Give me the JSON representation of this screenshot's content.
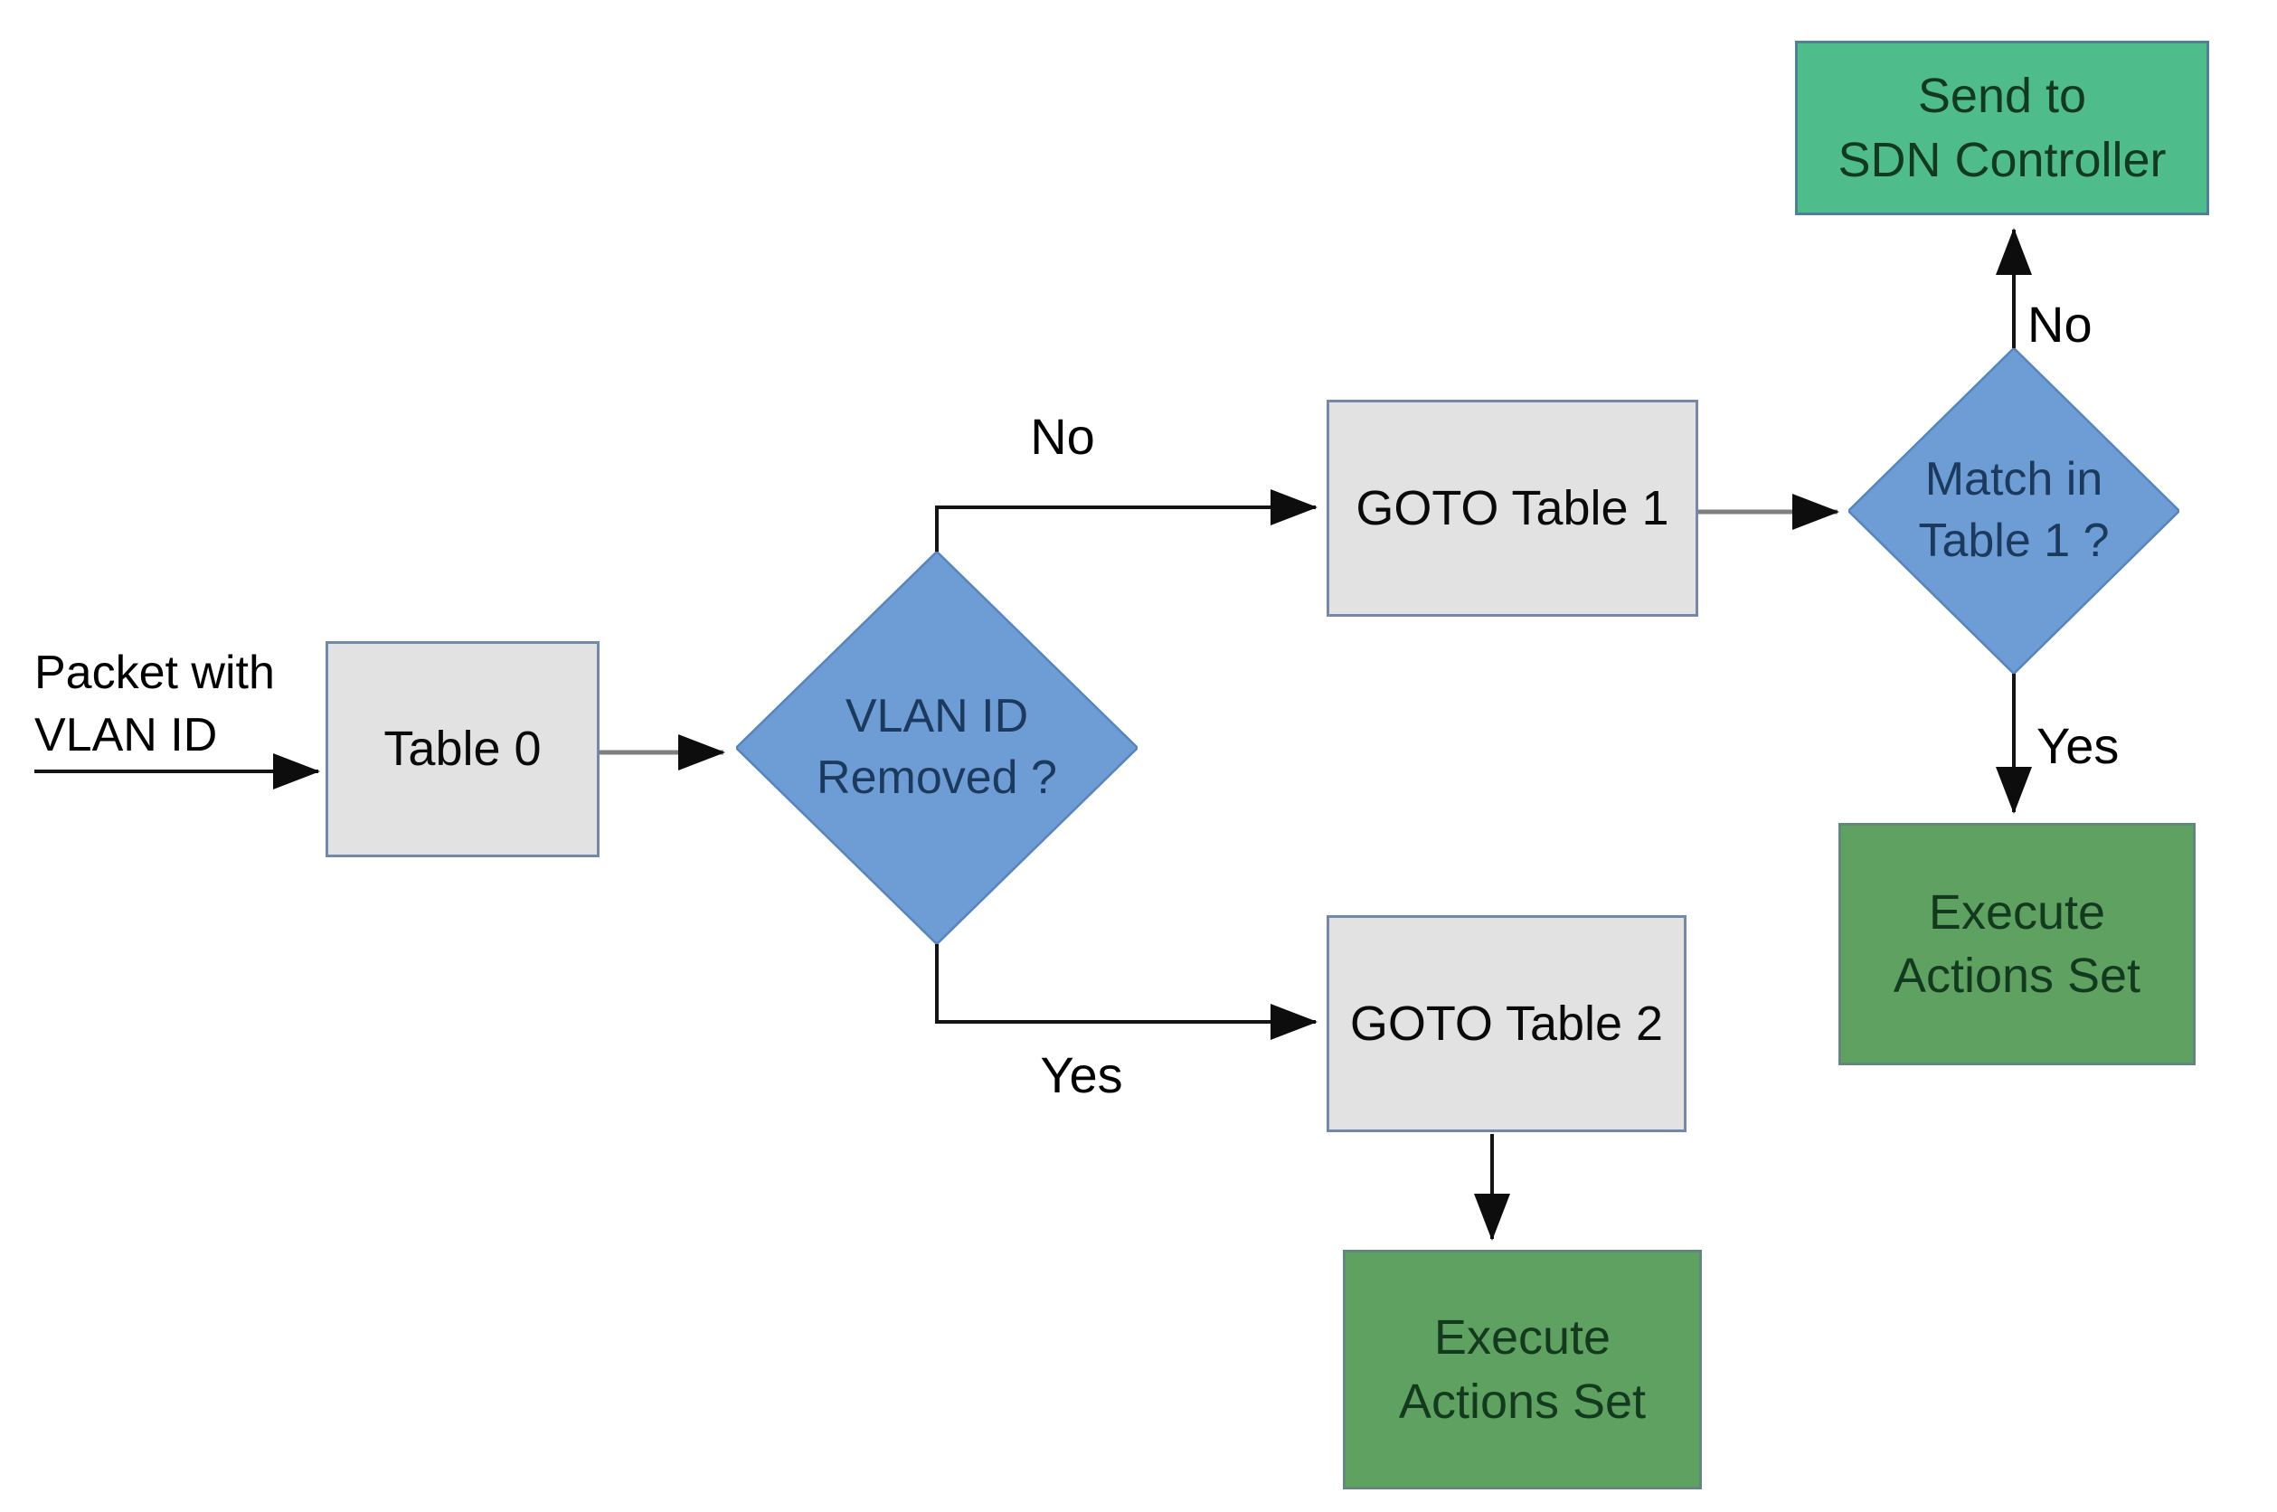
{
  "diagram": {
    "background_color": "#ffffff",
    "input_label": "Packet with\nVLAN ID",
    "nodes": {
      "table0": {
        "label": "Table 0",
        "shape": "rect",
        "fill": "#e2e2e2",
        "border": "#7489a9"
      },
      "vlan_removed": {
        "label": "VLAN ID\nRemoved ?",
        "shape": "diamond",
        "fill": "#6e9dd6",
        "border": "#5584bf"
      },
      "goto_table1": {
        "label": "GOTO Table 1",
        "shape": "rect",
        "fill": "#e2e2e2",
        "border": "#7489a9"
      },
      "match_table1": {
        "label": "Match in\nTable 1 ?",
        "shape": "diamond",
        "fill": "#6e9dd6",
        "border": "#5584bf"
      },
      "send_sdn": {
        "label": "Send to\nSDN Controller",
        "shape": "rect",
        "fill": "#4fbc8b",
        "border": "#4e8097"
      },
      "execute_right": {
        "label": "Execute\nActions Set",
        "shape": "rect",
        "fill": "#5fa161",
        "border": "#60887e"
      },
      "goto_table2": {
        "label": "GOTO Table 2",
        "shape": "rect",
        "fill": "#e2e2e2",
        "border": "#7489a9"
      },
      "execute_bottom": {
        "label": "Execute\nActions Set",
        "shape": "rect",
        "fill": "#5fa161",
        "border": "#60887e"
      }
    },
    "edges": [
      {
        "from": "packet_input",
        "to": "table0",
        "label": "",
        "line_color": "#141414"
      },
      {
        "from": "table0",
        "to": "vlan_removed",
        "label": "",
        "line_color": "#7f7f7f"
      },
      {
        "from": "vlan_removed",
        "to": "goto_table1",
        "label": "No",
        "line_color": "#141414"
      },
      {
        "from": "goto_table1",
        "to": "match_table1",
        "label": "",
        "line_color": "#7f7f7f"
      },
      {
        "from": "match_table1",
        "to": "send_sdn",
        "label": "No",
        "line_color": "#141414"
      },
      {
        "from": "match_table1",
        "to": "execute_right",
        "label": "Yes",
        "line_color": "#141414"
      },
      {
        "from": "vlan_removed",
        "to": "goto_table2",
        "label": "Yes",
        "line_color": "#141414"
      },
      {
        "from": "goto_table2",
        "to": "execute_bottom",
        "label": "",
        "line_color": "#141414"
      }
    ],
    "colors": {
      "process_fill": "#e2e2e2",
      "process_border": "#7489a9",
      "decision_fill": "#6e9dd6",
      "decision_border": "#5584bf",
      "controller_fill": "#4fbc8b",
      "controller_border": "#4e8097",
      "action_fill": "#5fa161",
      "action_border": "#60887e",
      "edge_black": "#141414",
      "edge_gray": "#7f7f7f",
      "decision_text": "#1c3a5e",
      "green_text": "#13391e"
    }
  }
}
